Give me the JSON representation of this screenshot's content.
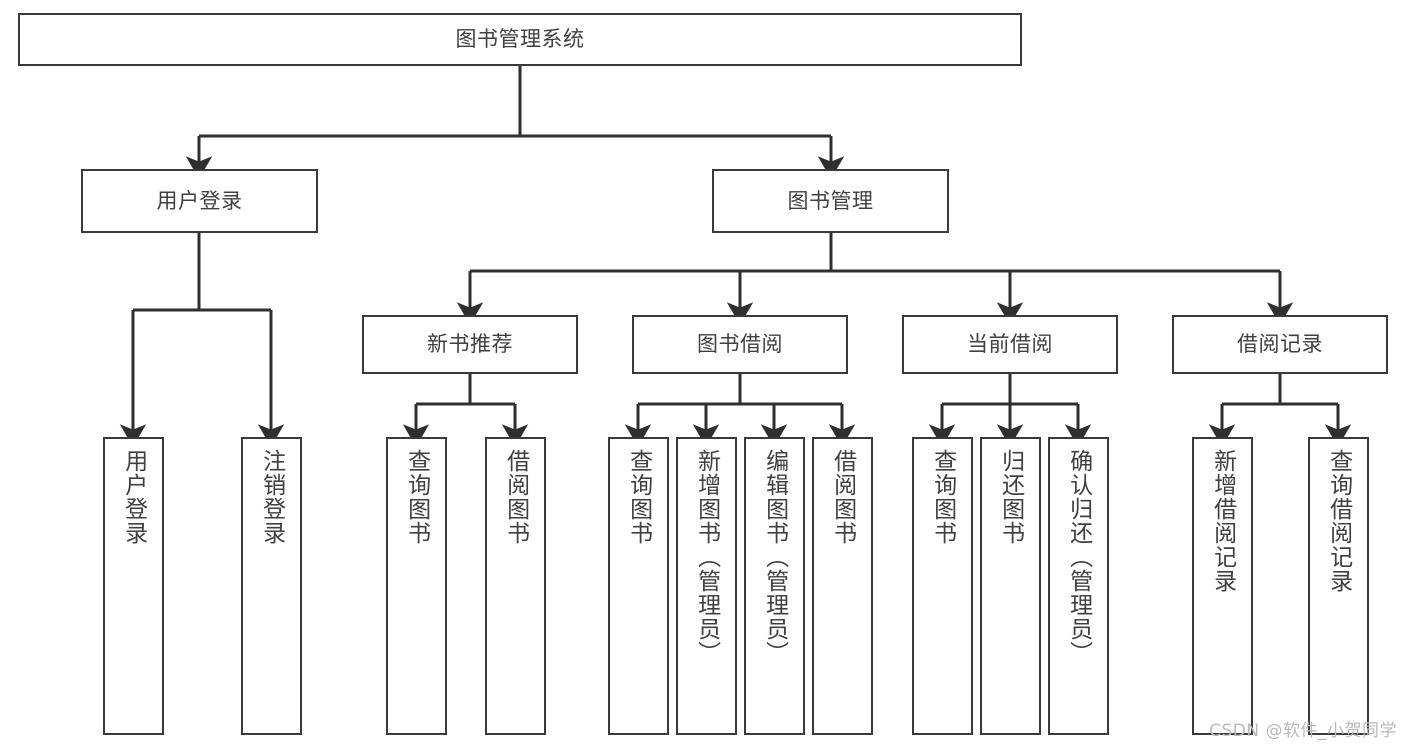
{
  "diagram": {
    "title": "图书管理系统",
    "type": "hierarchy-tree",
    "colors": {
      "box_border": "#3a3a3a",
      "box_fill": "#ffffff",
      "edge": "#2f2f2f",
      "text": "#404040",
      "watermark": "#b9b9b9",
      "background": "#ffffff"
    },
    "levels": {
      "root": {
        "label": "图书管理系统"
      },
      "level2": [
        {
          "id": "user-login",
          "label": "用户登录"
        },
        {
          "id": "book-manage",
          "label": "图书管理"
        }
      ],
      "level3": [
        {
          "id": "new-book-recommend",
          "label": "新书推荐"
        },
        {
          "id": "book-borrow",
          "label": "图书借阅"
        },
        {
          "id": "current-borrow",
          "label": "当前借阅"
        },
        {
          "id": "borrow-record",
          "label": "借阅记录"
        }
      ],
      "leaves": {
        "user_login": [
          {
            "id": "leaf-user-login",
            "label": "用户登录"
          },
          {
            "id": "leaf-logout-login",
            "label": "注销登录"
          }
        ],
        "new_book_recommend": [
          {
            "id": "leaf-query-book-1",
            "label": "查询图书"
          },
          {
            "id": "leaf-borrow-book-1",
            "label": "借阅图书"
          }
        ],
        "book_borrow": [
          {
            "id": "leaf-query-book-2",
            "label": "查询图书"
          },
          {
            "id": "leaf-add-book",
            "label": "新增图书（管理员）"
          },
          {
            "id": "leaf-edit-book",
            "label": "编辑图书（管理员）"
          },
          {
            "id": "leaf-borrow-book-2",
            "label": "借阅图书"
          }
        ],
        "current_borrow": [
          {
            "id": "leaf-query-book-3",
            "label": "查询图书"
          },
          {
            "id": "leaf-return-book",
            "label": "归还图书"
          },
          {
            "id": "leaf-confirm-return",
            "label": "确认归还（管理员）"
          }
        ],
        "borrow_record": [
          {
            "id": "leaf-add-record",
            "label": "新增借阅记录"
          },
          {
            "id": "leaf-query-record",
            "label": "查询借阅记录"
          }
        ]
      }
    },
    "watermark": "CSDN @软件_小贺同学"
  }
}
